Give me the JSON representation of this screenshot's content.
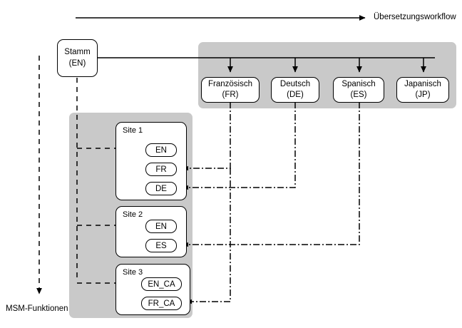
{
  "diagram": {
    "title_flow_right": "Übersetzungsworkflow",
    "title_flow_down": "MSM-Funktionen",
    "colors": {
      "panel_gray": "#c9c9c9",
      "stroke": "#000000",
      "node_fill": "#ffffff"
    },
    "master": {
      "name": "Stamm",
      "code": "(EN)"
    },
    "languages": [
      {
        "name": "Französisch",
        "code": "(FR)"
      },
      {
        "name": "Deutsch",
        "code": "(DE)"
      },
      {
        "name": "Spanisch",
        "code": "(ES)"
      },
      {
        "name": "Japanisch",
        "code": "(JP)"
      }
    ],
    "sites": [
      {
        "label": "Site 1",
        "locales": [
          {
            "label": "EN",
            "source": "master"
          },
          {
            "label": "FR",
            "source": "Französisch"
          },
          {
            "label": "DE",
            "source": "Deutsch"
          }
        ]
      },
      {
        "label": "Site 2",
        "locales": [
          {
            "label": "EN",
            "source": "master"
          },
          {
            "label": "ES",
            "source": "Spanisch"
          }
        ]
      },
      {
        "label": "Site 3",
        "locales": [
          {
            "label": "EN_CA",
            "source": "master"
          },
          {
            "label": "FR_CA",
            "source": "Französisch"
          }
        ]
      }
    ]
  }
}
